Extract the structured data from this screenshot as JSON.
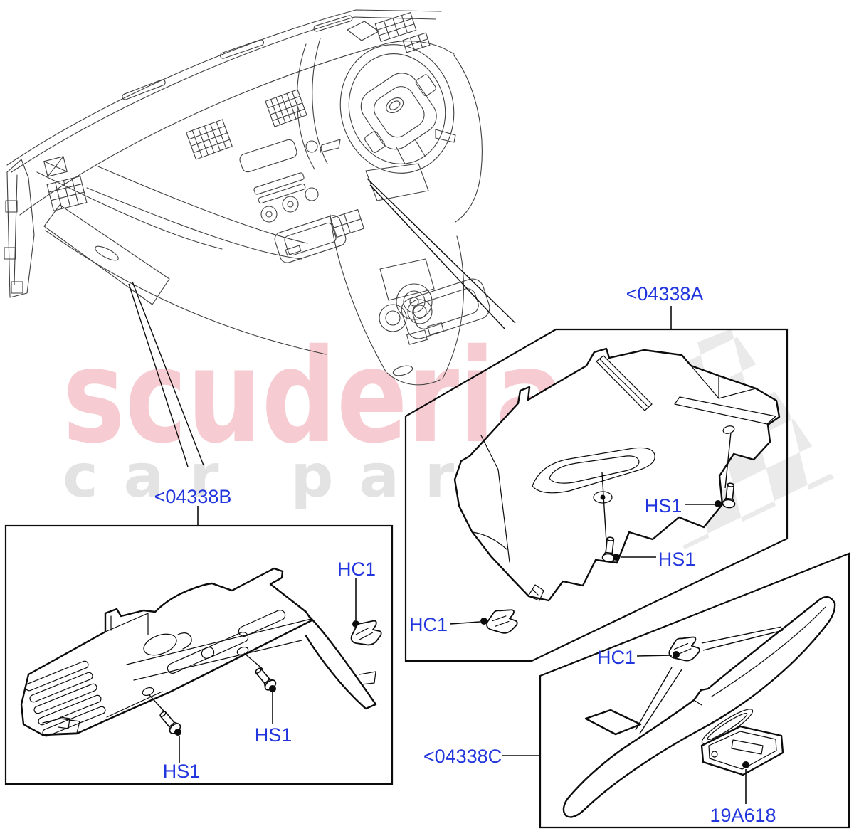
{
  "page": {
    "background": "#ffffff"
  },
  "watermark": {
    "brand": "scuderia",
    "tagline": "car parts",
    "brand_color": "#f6ccd2",
    "tagline_color": "#e3e3e3",
    "flag_color": "#eaeaea"
  },
  "diagram": {
    "type": "exploded-parts-diagram",
    "subject": "Instrument panel lower trim panels and glove box components with fixings",
    "sketch_subject": "Right-hand-drive dashboard with steering wheel and centre console",
    "label_color": "#2236dd",
    "line_color": "#0c0c0c",
    "callouts": {
      "part_a_code": "<04338A",
      "part_b_code": "<04338B",
      "part_c_code": "<04338C",
      "screw_code": "HS1",
      "clip_code": "HC1",
      "latch_code": "19A618"
    },
    "callout_instances": [
      {
        "code": "<04338A",
        "points_to": "detail-box-a"
      },
      {
        "code": "<04338B",
        "points_to": "detail-box-b"
      },
      {
        "code": "<04338C",
        "points_to": "detail-box-c"
      },
      {
        "code": "HS1",
        "points_to": "screw-a1"
      },
      {
        "code": "HS1",
        "points_to": "screw-a2"
      },
      {
        "code": "HS1",
        "points_to": "screw-b1"
      },
      {
        "code": "HS1",
        "points_to": "screw-b2"
      },
      {
        "code": "HC1",
        "points_to": "clip-a"
      },
      {
        "code": "HC1",
        "points_to": "clip-b"
      },
      {
        "code": "HC1",
        "points_to": "clip-c"
      },
      {
        "code": "19A618",
        "points_to": "latch-c"
      }
    ]
  }
}
